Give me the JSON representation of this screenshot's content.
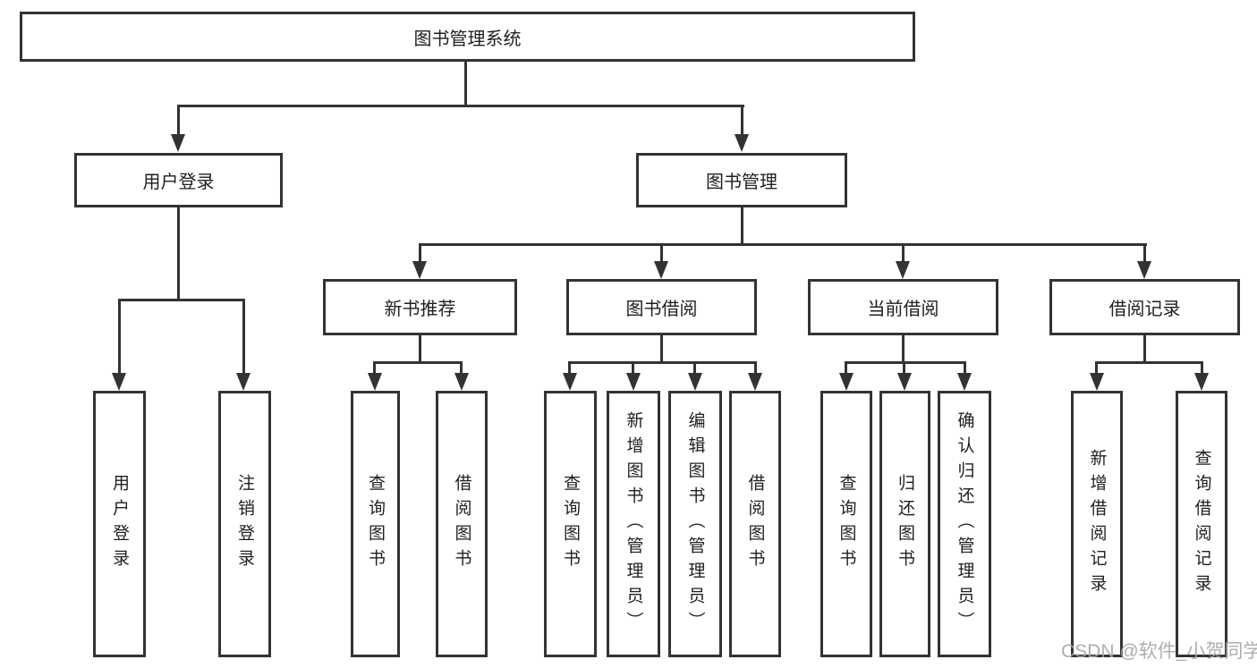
{
  "diagram": {
    "title": "图书管理系统",
    "branches": [
      {
        "label": "用户登录",
        "children": [
          {
            "label": "用户登录"
          },
          {
            "label": "注销登录"
          }
        ]
      },
      {
        "label": "图书管理",
        "children": [
          {
            "label": "新书推荐",
            "children": [
              {
                "label": "查询图书"
              },
              {
                "label": "借阅图书"
              }
            ]
          },
          {
            "label": "图书借阅",
            "children": [
              {
                "label": "查询图书"
              },
              {
                "label": "新增图书（管理员）"
              },
              {
                "label": "编辑图书（管理员）"
              },
              {
                "label": "借阅图书"
              }
            ]
          },
          {
            "label": "当前借阅",
            "children": [
              {
                "label": "查询图书"
              },
              {
                "label": "归还图书"
              },
              {
                "label": "确认归还（管理员）"
              }
            ]
          },
          {
            "label": "借阅记录",
            "children": [
              {
                "label": "新增借阅记录"
              },
              {
                "label": "查询借阅记录"
              }
            ]
          }
        ]
      }
    ]
  },
  "watermark": {
    "text": "CSDN @软件_小贺同学"
  },
  "colors": {
    "line": "#333333",
    "text": "#1f1f1f",
    "watermark": "#a5a5a5",
    "background": "#ffffff"
  }
}
